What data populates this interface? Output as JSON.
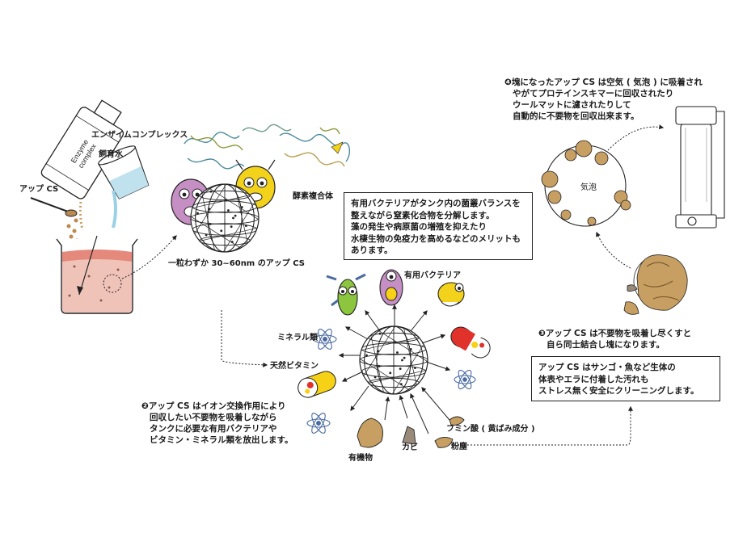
{
  "labels": {
    "upcs_left": "アップ CS",
    "enzyme_complex": "エンザイムコンプレックス",
    "breeding_water": "飼育水",
    "enzyme_composite": "酵素複合体",
    "particle_size": "一粒わずか 30~60nm のアップ CS",
    "bubble": "気泡",
    "useful_bacteria": "有用バクテリア",
    "minerals": "ミネラル類",
    "vitamins": "天然ビタミン",
    "humic": "フミン酸 ( 黄ばみ成分 )",
    "organic": "有機物",
    "mold": "カビ",
    "dust": "粉塵",
    "bottle_line1": "Enzyme",
    "bottle_line2": "complex"
  },
  "step2": [
    "❷アップ CS はイオン交換作用により",
    "回収したい不要物を吸着しながら",
    "タンクに必要な有用バクテリアや",
    "ビタミン・ミネラル類を放出します。"
  ],
  "step3": [
    "❸アップ CS は不要物を吸着し尽くすと",
    "自ら同士結合し塊になります。"
  ],
  "step4": [
    "❹塊になったアップ CS は空気 ( 気泡 ) に吸着され",
    "やがてプロテインスキマーに回収されたり",
    "ウールマットに濾されたりして",
    "自動的に不要物を回収出来ます。"
  ],
  "box_bacteria": [
    "有用バクテリアがタンク内の菌叢バランスを",
    "整えながら窒素化合物を分解します。",
    "藻の発生や病原菌の増殖を抑えたり",
    "水棲生物の免疫力を高めるなどのメリットも",
    "あります。"
  ],
  "box_clean": [
    "アップ CS はサンゴ・魚など生体の",
    "体表やエラに付着した汚れも",
    "ストレス無く安全にクリーニングします。"
  ],
  "colors": {
    "liquid": "#f0c3b9",
    "liquid_top": "#e4897c",
    "bacteria_purple": "#c58fc4",
    "bacteria_yellow": "#f3d21b",
    "bacteria_green": "#8cc63e",
    "capsule_red": "#e0312a",
    "capsule_yellow": "#f7d116",
    "debris": "#c79f62",
    "line": "#222222"
  }
}
